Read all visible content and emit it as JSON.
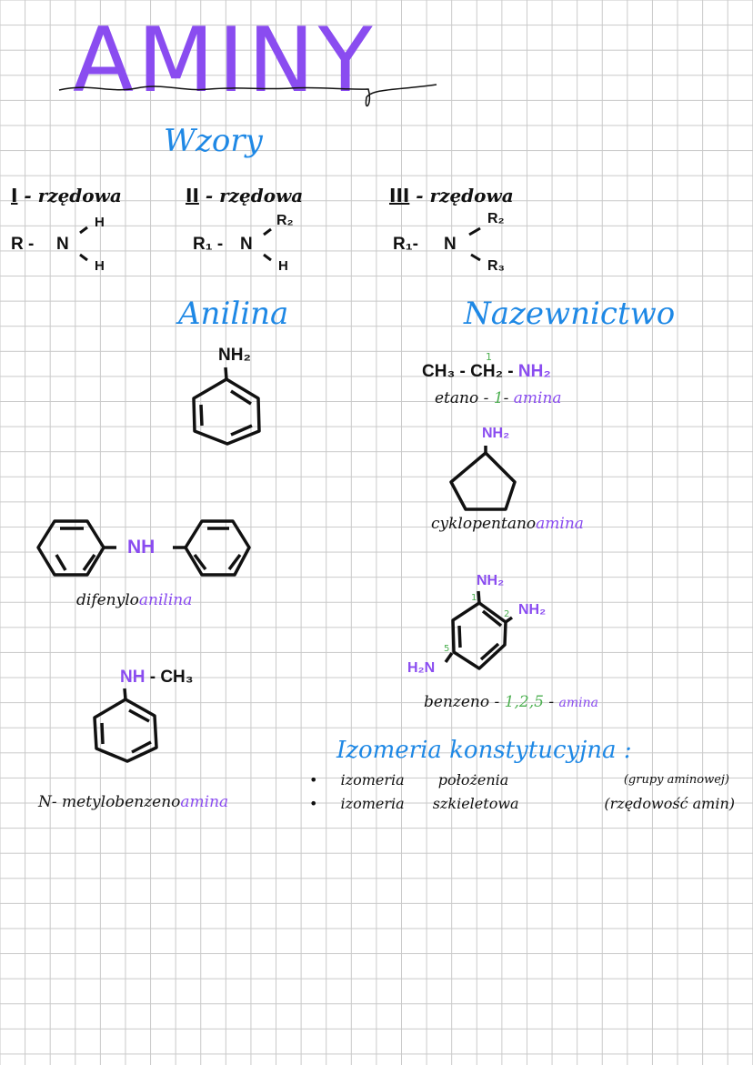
{
  "page": {
    "title": "AMINY",
    "title_underline_script": "aminy",
    "colors": {
      "title": "#8a4cf0",
      "heading": "#1e88e5",
      "accent_purple": "#8a4cf0",
      "accent_green": "#4caf50",
      "ink": "#111111",
      "grid": "#c9c9c9"
    }
  },
  "formulas": {
    "heading": "Wzory",
    "types": [
      {
        "label": "I-rzędowa",
        "numeral": "I",
        "suffix": "- rzędowa",
        "center": "N",
        "left": "R -",
        "top": "H",
        "bottom": "H"
      },
      {
        "label": "II-rzędowa",
        "numeral": "II",
        "suffix": "- rzędowa",
        "center": "N",
        "left": "R₁ -",
        "top": "R₂",
        "bottom": "H"
      },
      {
        "label": "III-rzędowa",
        "numeral": "III",
        "suffix": "- rzędowa",
        "center": "N",
        "left": "R₁-",
        "top": "R₂",
        "bottom": "R₃"
      }
    ]
  },
  "anilina": {
    "heading": "Anilina",
    "substituent": "NH₂"
  },
  "diphenyl": {
    "linker": "NH",
    "name_prefix": "difenylo",
    "name_suffix": "anilina"
  },
  "nmethyl": {
    "group_nh": "NH",
    "group_rest": "- CH₃",
    "name_prefix": "N- metylobenzeno",
    "name_suffix": "amina"
  },
  "nazewnictwo": {
    "heading": "Nazewnictwo",
    "example1": {
      "formula_a": "CH₃ -",
      "formula_b": "CH₂ -",
      "formula_c": "NH₂",
      "locant_mark": "1",
      "name_a": "etano -",
      "name_locant": "1",
      "name_b": "-",
      "name_c": "amina"
    },
    "example2": {
      "substituent": "NH₂",
      "name_prefix": "cyklopentano",
      "name_suffix": "amina"
    },
    "example3": {
      "sub1": "NH₂",
      "sub2": "NH₂",
      "sub5": "H₂N",
      "pos1": "1",
      "pos2": "2",
      "pos5": "5",
      "name_a": "benzeno -",
      "name_locants": "1,2,5",
      "name_b": "-",
      "name_c": "amina"
    }
  },
  "izomeria": {
    "heading": "Izomeria  konstytucyjna :",
    "items": [
      {
        "main": "izomeria",
        "type": "położenia",
        "note": "(grupy aminowej)"
      },
      {
        "main": "izomeria",
        "type": "szkieletowa",
        "note": "(rzędowość  amin)"
      }
    ]
  }
}
